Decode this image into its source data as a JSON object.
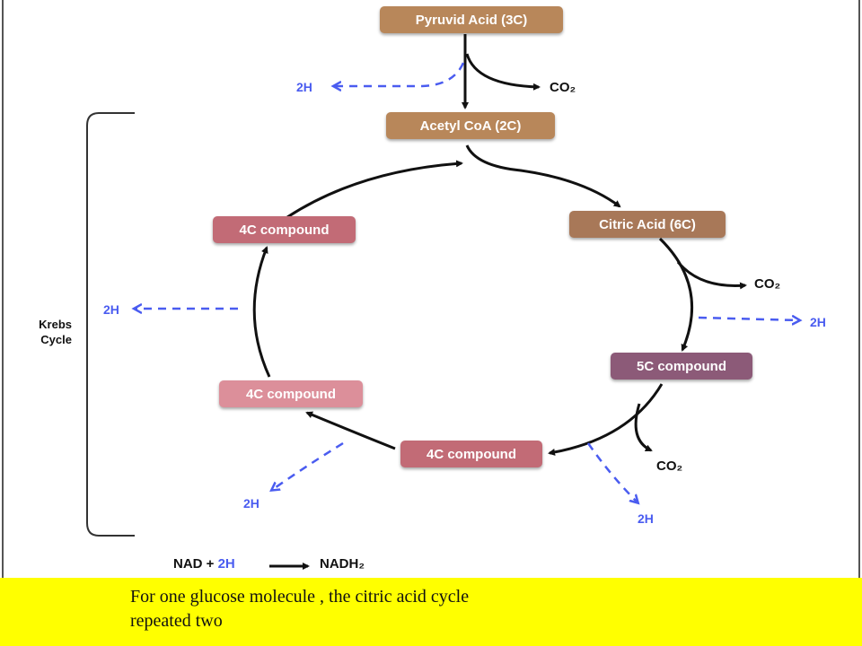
{
  "boxes": {
    "pyruvic": {
      "label": "Pyruvid Acid (3C)",
      "color": "#b8875a"
    },
    "acetyl": {
      "label": "Acetyl CoA (2C)",
      "color": "#b8875a"
    },
    "citric": {
      "label": "Citric Acid (6C)",
      "color": "#a87858"
    },
    "five_c": {
      "label": "5C compound",
      "color": "#8c5a78"
    },
    "four_c_bottom": {
      "label": "4C compound",
      "color": "#c26b76"
    },
    "four_c_left": {
      "label": "4C compound",
      "color": "#dc8f9a"
    },
    "four_c_top": {
      "label": "4C compound",
      "color": "#c26b76"
    }
  },
  "labels": {
    "co2": "CO₂",
    "two_h": "2H",
    "krebs_line1": "Krebs",
    "krebs_line2": "Cycle"
  },
  "equation": {
    "part1": "NAD + ",
    "part2": "2H",
    "part3": "NADH₂"
  },
  "caption": "For one glucose molecule , the citric acid cycle repeated two",
  "colors": {
    "arrow": "#111111",
    "dashed": "#4a5cf0",
    "caption_bg": "#ffff00"
  }
}
